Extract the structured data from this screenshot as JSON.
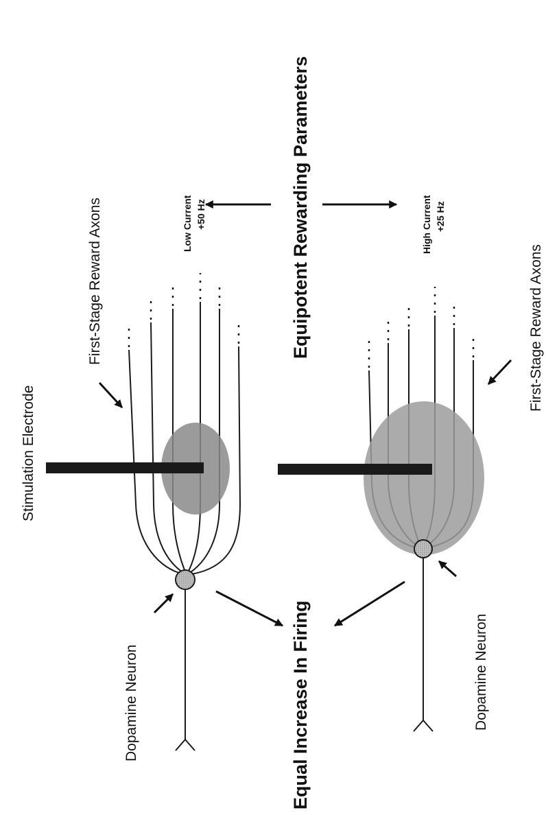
{
  "labels": {
    "stimulation_electrode": "Stimulation Electrode",
    "first_stage_axons_top": "First-Stage Reward Axons",
    "first_stage_axons_bottom": "First-Stage Reward Axons",
    "dopamine_neuron_top": "Dopamine Neuron",
    "dopamine_neuron_bottom": "Dopamine Neuron",
    "equal_increase": "Equal Increase In Firing",
    "equipotent": "Equipotent Rewarding Parameters",
    "low_current_line1": "Low Current",
    "low_current_line2": "+50 Hz",
    "high_current_line1": "High Current",
    "high_current_line2": "+25 Hz"
  },
  "colors": {
    "electrode": "#1a1a1a",
    "field_low": "#8a8a8a",
    "field_high": "#9c9c9c",
    "neuron_fill": "#bdbdbd",
    "ink": "#111111"
  }
}
